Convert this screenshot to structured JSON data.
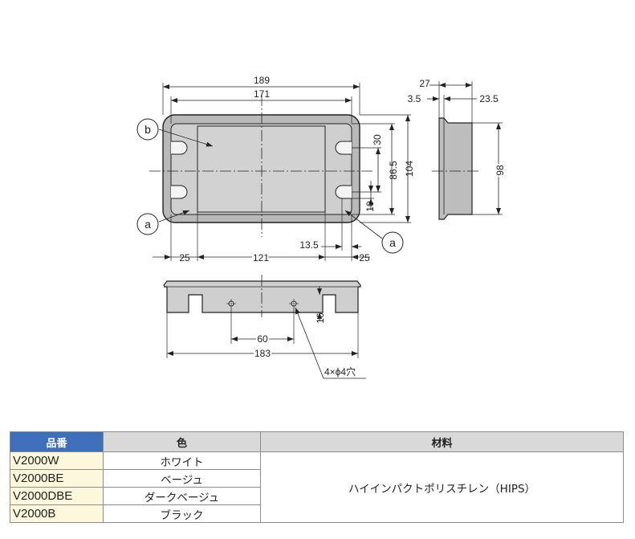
{
  "dimensions": {
    "overall_width": "189",
    "inner_width": "171",
    "depth": "27",
    "lip": "3.5",
    "body_depth": "23.5",
    "slot_spacing": "30",
    "inner_height": "86.5",
    "overall_height": "104",
    "side_height": "98",
    "slot_width": "10",
    "slot_offset": "13.5",
    "left_margin": "25",
    "center_width": "121",
    "right_margin": "25",
    "depth_16": "16",
    "hole_spacing": "60",
    "bottom_width": "183",
    "holes_note": "4×ϕ4穴"
  },
  "callouts": {
    "a": "a",
    "b": "b"
  },
  "table": {
    "headers": {
      "part": "品番",
      "color": "色",
      "material": "材料"
    },
    "rows": [
      {
        "part": "V2000W",
        "color": "ホワイト"
      },
      {
        "part": "V2000BE",
        "color": "ベージュ"
      },
      {
        "part": "V2000DBE",
        "color": "ダークベージュ"
      },
      {
        "part": "V2000B",
        "color": "ブラック"
      }
    ],
    "material": "ハイインパクトポリスチレン（HIPS）"
  },
  "colors": {
    "header_accent": "#3d6fba",
    "part_cell": "#fdf7dc",
    "fill": "#cfcfcf"
  }
}
